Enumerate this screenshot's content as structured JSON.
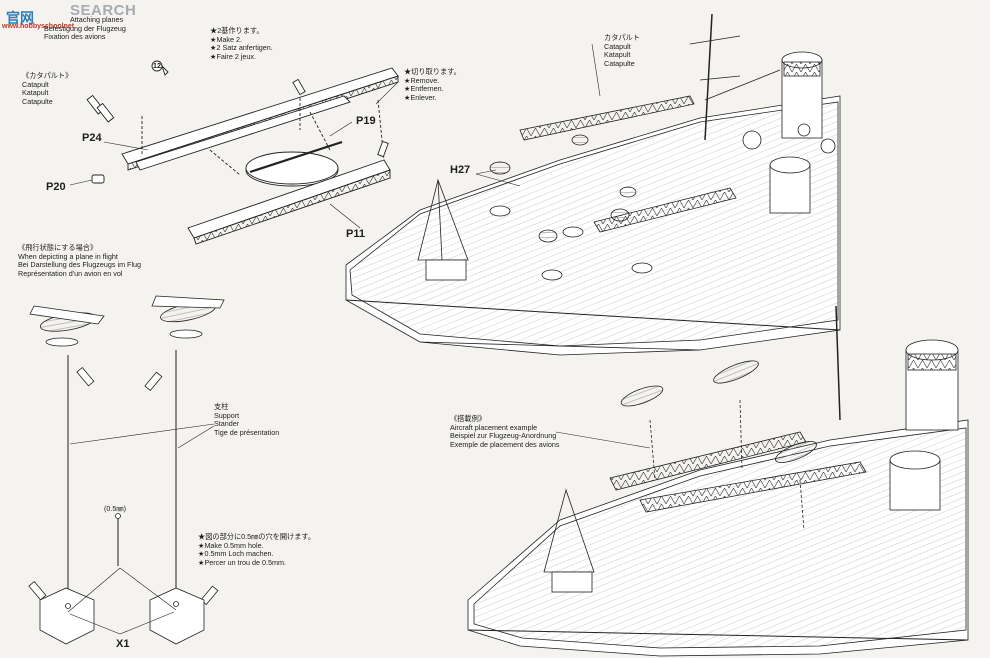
{
  "watermark": {
    "logo_text": "SEARCH",
    "logo_cn": "官网",
    "url_text": "www.hobbyschoolnet"
  },
  "sections": {
    "heading": {
      "lines": [
        "Attaching planes",
        "Befestigung der Flugzeug",
        "Fixation des avions"
      ]
    },
    "make2": {
      "lines": [
        "★2基作ります。",
        "★Make 2.",
        "★2 Satz anfertigen.",
        "★Faire 2 jeux."
      ]
    },
    "catapult_left": {
      "lines": [
        "《カタパルト》",
        "Catapult",
        "Katapult",
        "Catapulte"
      ]
    },
    "remove": {
      "lines": [
        "★切り取ります。",
        "★Remove.",
        "★Entfernen.",
        "★Enlever."
      ]
    },
    "catapult_right": {
      "lines": [
        "カタパルト",
        "Catapult",
        "Katapult",
        "Catapulte"
      ]
    },
    "flight": {
      "lines": [
        "《飛行状態にする場合》",
        "When depicting a plane in flight",
        "Bei Darstellung des Flugzeugs im Flug",
        "Représentation d'un avion en vol"
      ]
    },
    "support": {
      "lines": [
        "支柱",
        "Support",
        "Stander",
        "Tige de présentation"
      ]
    },
    "placement": {
      "lines": [
        "《搭載例》",
        "Aircraft placement example",
        "Beispiel zur Flugzeug-Anordnung",
        "Exemple de placement des avions"
      ]
    },
    "hole": {
      "lines": [
        "★図の部分に0.5㎜の穴を開けます。",
        "★Make 0.5mm hole.",
        "★0.5mm Loch machen.",
        "★Percer un trou de 0.5mm."
      ]
    }
  },
  "part_labels": {
    "p24": "P24",
    "p20": "P20",
    "p19": "P19",
    "p11": "P11",
    "h27": "H27",
    "x1": "X1",
    "hole_size": "(0.5㎜)",
    "step_num": "12"
  },
  "colors": {
    "paper": "#f4f3ef",
    "ink": "#1e1e1e"
  }
}
